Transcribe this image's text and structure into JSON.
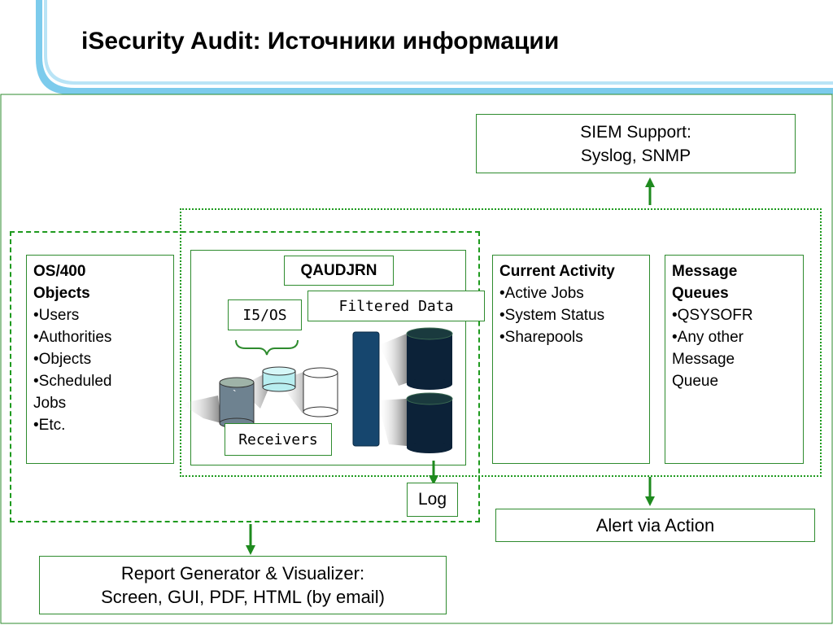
{
  "slide": {
    "title": "iSecurity Audit: Источники информации"
  },
  "diagram": {
    "siem": {
      "line1": "SIEM Support:",
      "line2": "Syslog, SNMP"
    },
    "os400": {
      "heading_line1": "OS/400",
      "heading_line2": "Objects",
      "items": [
        "•Users",
        "•Authorities",
        "•Objects",
        "•Scheduled",
        "Jobs",
        "•Etc."
      ]
    },
    "qaudjrn": "QAUDJRN",
    "filtered": "Filtered Data",
    "i5os": "I5/OS",
    "receivers": "Receivers",
    "log": "Log",
    "current": {
      "heading": "Current Activity",
      "items": [
        "•Active Jobs",
        "•System Status",
        "•Sharepools"
      ]
    },
    "mq": {
      "heading_line1": "Message",
      "heading_line2": "Queues",
      "items": [
        "•QSYSOFR",
        "•Any other",
        "Message",
        "Queue"
      ]
    },
    "alert": "Alert via Action",
    "report": {
      "line1": "Report Generator & Visualizer:",
      "line2": "Screen, GUI, PDF, HTML (by email)"
    },
    "tick_mark": "`"
  },
  "colors": {
    "green": "#2e8b2e",
    "accent_blue": "#6ec6ea",
    "dark_cylinder": "#0c2238",
    "navy_bar": "#16466e"
  }
}
